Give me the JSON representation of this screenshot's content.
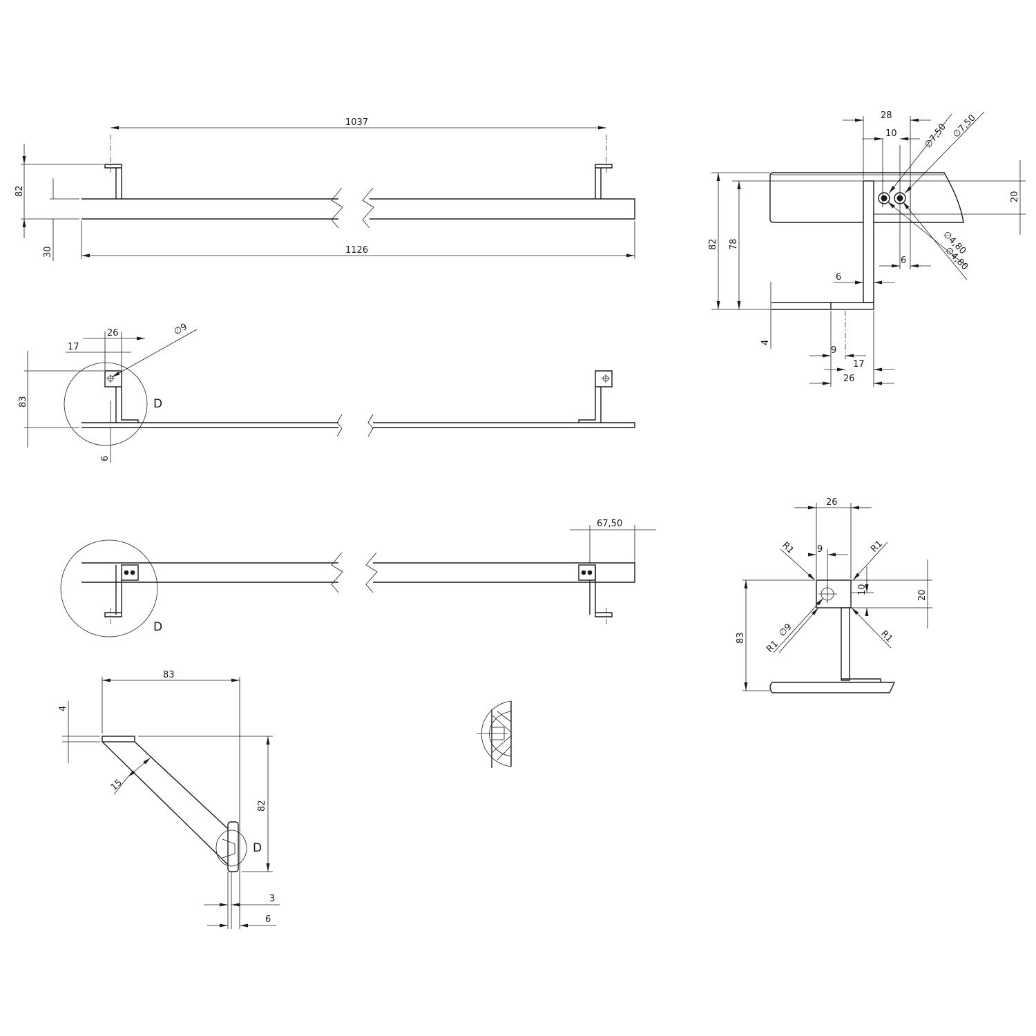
{
  "colors": {
    "line": "#1a1a1a",
    "background": "#ffffff"
  },
  "front_view": {
    "overall_top": "1037",
    "height": "82",
    "bar_height": "30",
    "overall_length": "1126"
  },
  "top_view": {
    "width": "26",
    "offset": "17",
    "hole": "∅9",
    "height": "83",
    "thickness": "6",
    "detail": "D"
  },
  "bottom_view": {
    "offset": "67,50",
    "detail": "D"
  },
  "side_view": {
    "width": "83",
    "plate": "4",
    "strip": "15",
    "height": "82",
    "detail": "D",
    "gap": "3",
    "thickness": "6"
  },
  "side_detail_right": {
    "width": "28",
    "spacing": "10",
    "screw_head_1": "∅7,50",
    "screw_head_2": "∅7,50",
    "bar_height": "20",
    "overall_height": "82",
    "inner_height": "78",
    "screw_hole_1": "∅4,80",
    "screw_hole_2": "∅4,80",
    "screw_offset": "6",
    "upright": "6",
    "foot": "4",
    "foot_hole": "9",
    "foot_offset": "17",
    "foot_width": "26"
  },
  "block_detail": {
    "width": "26",
    "hole_pos": "9",
    "r_tl": "R1",
    "r_tr": "R1",
    "r_br": "R1",
    "r_bl": "R1",
    "hole_dia": "∅9",
    "hole_height": "10",
    "block_height": "20",
    "overall_height": "83"
  }
}
